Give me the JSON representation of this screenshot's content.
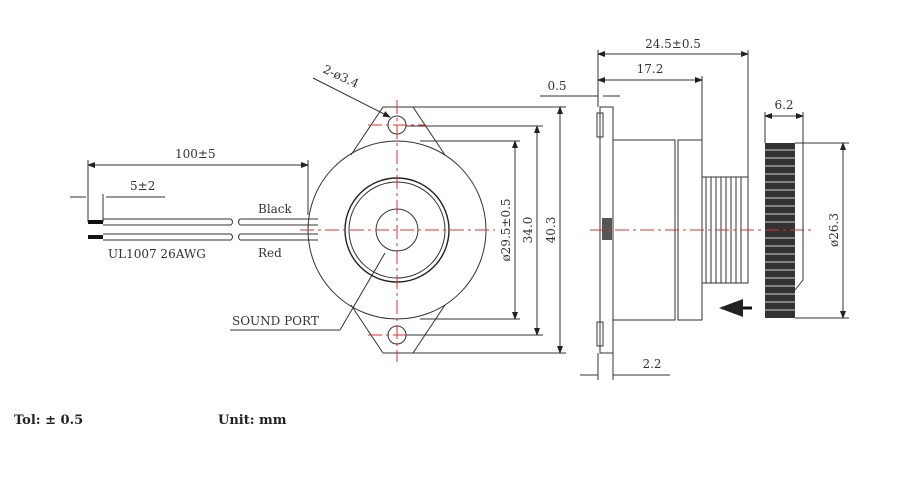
{
  "front_view": {
    "hole_spec": "2-ø3.4",
    "wire_length": "100±5",
    "strip_length": "5±2",
    "wire_black": "Black",
    "wire_red": "Red",
    "wire_spec": "UL1007 26AWG",
    "sound_port": "SOUND PORT",
    "dia_body": "ø29.5±0.5",
    "hole_pitch": "34.0",
    "flange_length": "40.3"
  },
  "side_view": {
    "total_length": "24.5±0.5",
    "body_length": "17.2",
    "plate_gap": "0.5",
    "nut_width": "6.2",
    "nut_dia": "ø26.3",
    "plate_thickness": "2.2"
  },
  "notes": {
    "tolerance": "Tol: ± 0.5",
    "unit": "Unit: mm"
  },
  "colors": {
    "centerline": "#e03030",
    "line": "#333333"
  }
}
